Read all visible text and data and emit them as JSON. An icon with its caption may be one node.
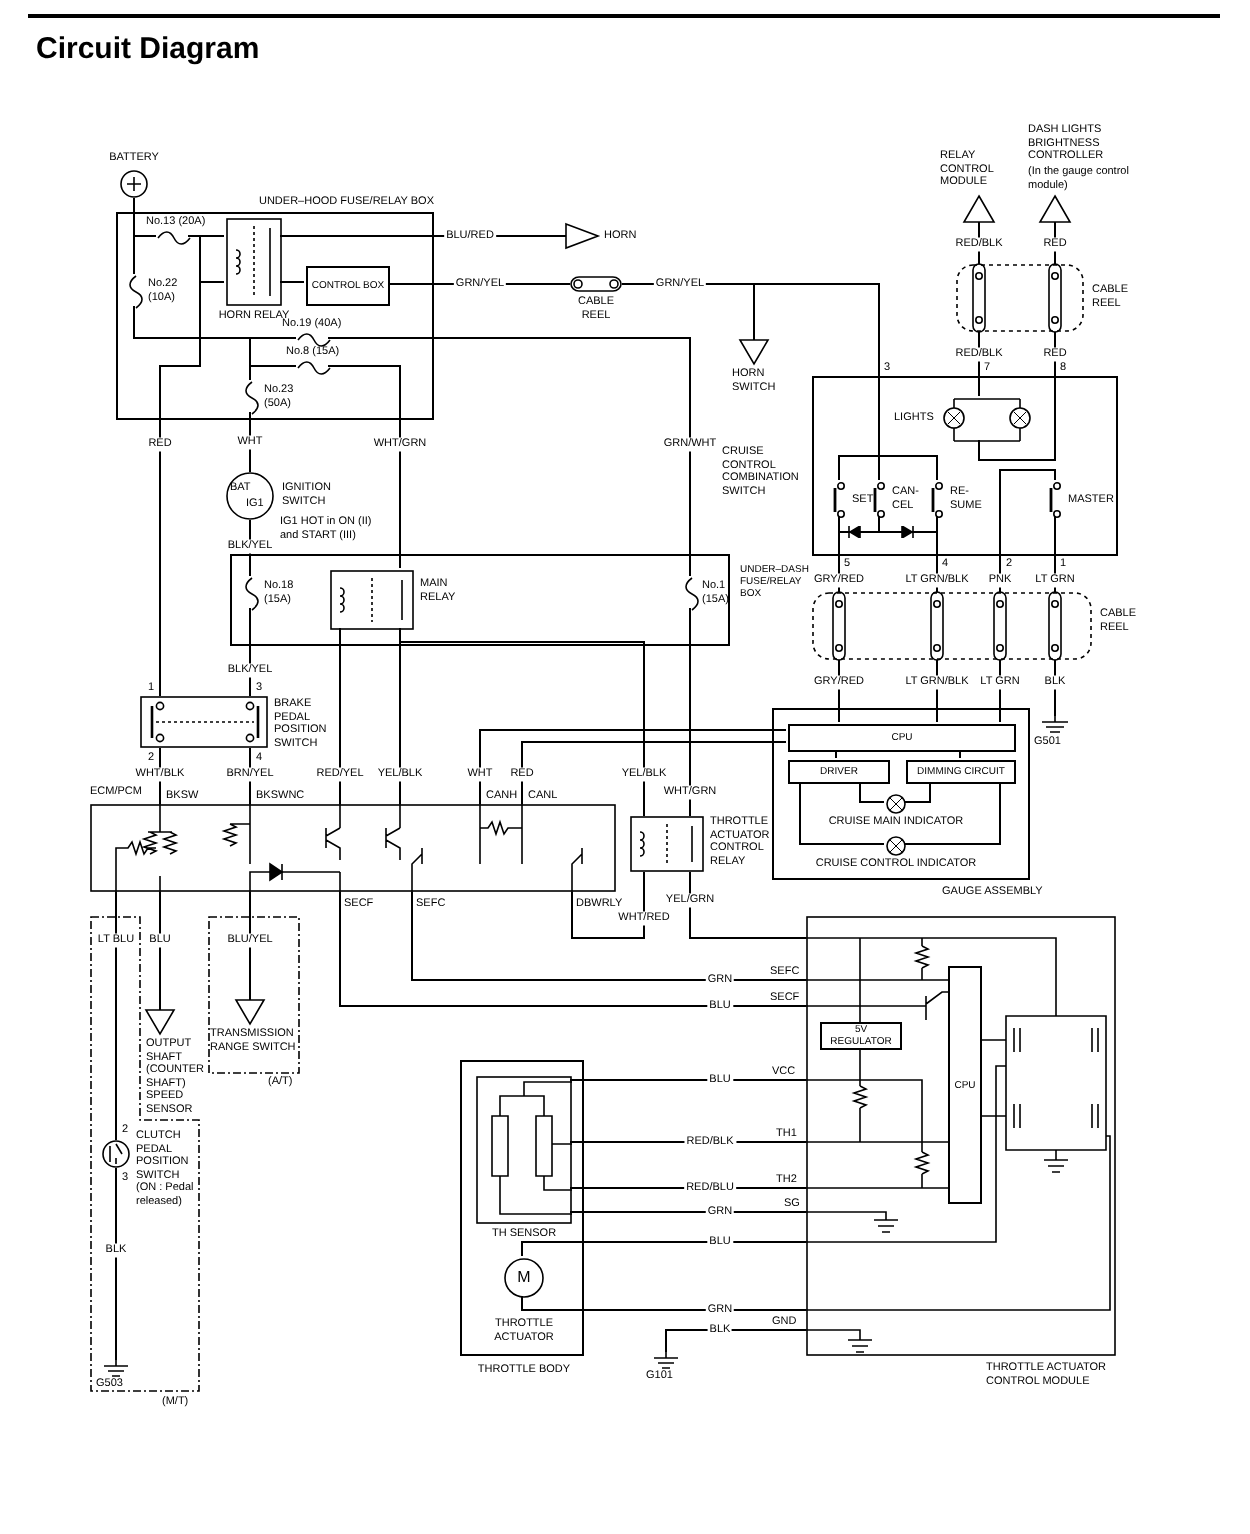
{
  "diagram": {
    "title": "Circuit Diagram",
    "nodes": [
      {
        "text": [
          "BATTERY"
        ]
      },
      {
        "text": [
          "UNDER–HOOD FUSE/RELAY BOX"
        ]
      },
      {
        "text": [
          "No.13 (20A)"
        ],
        "in": 1
      },
      {
        "text": [
          "No.22 (10A)"
        ],
        "in": 1
      },
      {
        "text": [
          "HORN RELAY"
        ],
        "in": 1
      },
      {
        "text": [
          "CONTROL BOX"
        ],
        "in": 1
      },
      {
        "text": [
          "No.19 (40A)"
        ],
        "in": 1
      },
      {
        "text": [
          "No.8 (15A)"
        ],
        "in": 1
      },
      {
        "text": [
          "No.23 (50A)"
        ],
        "in": 1
      },
      {
        "text": [
          "HORN"
        ]
      },
      {
        "text": [
          "CABLE REEL"
        ]
      },
      {
        "text": [
          "HORN SWITCH"
        ]
      },
      {
        "text": [
          "RELAY CONTROL MODULE"
        ]
      },
      {
        "text": [
          "DASH LIGHTS BRIGHTNESS CONTROLLER",
          "(In the gauge control module)"
        ]
      },
      {
        "text": [
          "CABLE REEL"
        ]
      },
      {
        "text": [
          "CRUISE CONTROL COMBINATION SWITCH"
        ]
      },
      {
        "text": [
          "LIGHTS"
        ],
        "in": 15
      },
      {
        "text": [
          "SET"
        ],
        "in": 15
      },
      {
        "text": [
          "CAN-CEL"
        ],
        "in": 15
      },
      {
        "text": [
          "RE-SUME"
        ],
        "in": 15
      },
      {
        "text": [
          "MASTER"
        ],
        "in": 15
      },
      {
        "text": [
          "BAT",
          "IG1",
          "IGNITION SWITCH"
        ],
        "beside": [
          "IG1 HOT in ON (II) and START (III)"
        ]
      },
      {
        "text": [
          "UNDER–DASH FUSE/RELAY BOX"
        ]
      },
      {
        "text": [
          "No.18 (15A)"
        ],
        "in": 22
      },
      {
        "text": [
          "MAIN RELAY"
        ],
        "in": 22
      },
      {
        "text": [
          "No.1 (15A)"
        ],
        "in": 22
      },
      {
        "text": [
          "CABLE REEL"
        ]
      },
      {
        "text": [
          "BRAKE PEDAL POSITION SWITCH"
        ]
      },
      {
        "text": [
          "GAUGE ASSEMBLY"
        ]
      },
      {
        "text": [
          "CPU"
        ],
        "in": 28
      },
      {
        "text": [
          "DRIVER"
        ],
        "in": 28
      },
      {
        "text": [
          "DIMMING CIRCUIT"
        ],
        "in": 28
      },
      {
        "text": [
          "CRUISE MAIN INDICATOR"
        ],
        "in": 28
      },
      {
        "text": [
          "CRUISE CONTROL INDICATOR"
        ],
        "in": 28
      },
      {
        "text": [
          "G501"
        ]
      },
      {
        "text": [
          "THROTTLE ACTUATOR CONTROL RELAY"
        ]
      },
      {
        "text": [
          "ECM/PCM"
        ]
      },
      {
        "text": [
          "OUTPUT SHAFT (COUNTER SHAFT) SPEED SENSOR"
        ]
      },
      {
        "text": [
          "(A/T)"
        ]
      },
      {
        "text": [
          "TRANSMISSION RANGE SWITCH"
        ],
        "in": 38
      },
      {
        "text": [
          "(M/T)"
        ]
      },
      {
        "text": [
          "CLUTCH PEDAL POSITION SWITCH (ON : Pedal released)"
        ],
        "in": 40
      },
      {
        "text": [
          "G503"
        ],
        "in": 40
      },
      {
        "text": [
          "THROTTLE BODY"
        ]
      },
      {
        "text": [
          "TH SENSOR"
        ],
        "in": 43
      },
      {
        "text": [
          "M",
          "THROTTLE ACTUATOR"
        ],
        "in": 43
      },
      {
        "text": [
          "THROTTLE ACTUATOR CONTROL MODULE"
        ]
      },
      {
        "text": [
          "5V REGULATOR"
        ],
        "in": 46
      },
      {
        "text": [
          "CPU"
        ],
        "in": 46
      },
      {
        "text": [
          "G101"
        ]
      }
    ],
    "edges": [
      {
        "from": 0,
        "to": 2,
        "arrow": "none"
      },
      {
        "from": 0,
        "to": 3,
        "arrow": "none"
      },
      {
        "from": 2,
        "to": 4,
        "arrow": "none"
      },
      {
        "from": 2,
        "to": 4,
        "arrow": "none"
      },
      {
        "from": 2,
        "to": 27,
        "arrow": "none",
        "label": "RED"
      },
      {
        "from": 3,
        "to": 6,
        "arrow": "none"
      },
      {
        "from": 3,
        "to": 7,
        "arrow": "none"
      },
      {
        "from": 3,
        "to": 8,
        "arrow": "none"
      },
      {
        "from": 4,
        "to": 9,
        "arrow": "none",
        "label": "BLU/RED"
      },
      {
        "from": 4,
        "to": 5,
        "arrow": "none"
      },
      {
        "from": 5,
        "to": 10,
        "arrow": "none",
        "label": "GRN/YEL"
      },
      {
        "from": 10,
        "to": 11,
        "arrow": "none",
        "label": "GRN/YEL"
      },
      {
        "from": 10,
        "to": 17,
        "arrow": "none"
      },
      {
        "from": 10,
        "to": 18,
        "arrow": "none"
      },
      {
        "from": 10,
        "to": 19,
        "arrow": "none"
      },
      {
        "from": 6,
        "to": 25,
        "arrow": "none",
        "label": "GRN/WHT"
      },
      {
        "from": 7,
        "to": 24,
        "arrow": "none",
        "label": "WHT/GRN"
      },
      {
        "from": 8,
        "to": 21,
        "arrow": "none",
        "label": "WHT"
      },
      {
        "from": 12,
        "to": 14,
        "arrow": "none",
        "label": "RED/BLK"
      },
      {
        "from": 13,
        "to": 14,
        "arrow": "none",
        "label": "RED"
      },
      {
        "from": 14,
        "to": 16,
        "arrow": "none",
        "label": "RED/BLK"
      },
      {
        "from": 14,
        "to": 16,
        "arrow": "none",
        "label": "RED"
      },
      {
        "from": 18,
        "to": 17,
        "arrow": "none"
      },
      {
        "from": 18,
        "to": 19,
        "arrow": "none"
      },
      {
        "from": 17,
        "to": 26,
        "arrow": "none",
        "label": "GRY/RED"
      },
      {
        "from": 19,
        "to": 26,
        "arrow": "none",
        "label": "LT GRN/BLK"
      },
      {
        "from": 20,
        "to": 26,
        "arrow": "none",
        "label": "PNK"
      },
      {
        "from": 20,
        "to": 26,
        "arrow": "none",
        "label": "LT GRN"
      },
      {
        "from": 21,
        "to": 23,
        "arrow": "none",
        "label": "BLK/YEL"
      },
      {
        "from": 23,
        "to": 27,
        "arrow": "none",
        "label": "BLK/YEL"
      },
      {
        "from": 24,
        "to": 36,
        "arrow": "none",
        "label": "RED/YEL"
      },
      {
        "from": 24,
        "to": 36,
        "arrow": "none",
        "label": "YEL/BLK"
      },
      {
        "from": 24,
        "to": 35,
        "arrow": "none",
        "label": "YEL/BLK"
      },
      {
        "from": 25,
        "to": 35,
        "arrow": "none",
        "label": "WHT/GRN"
      },
      {
        "from": 26,
        "to": 29,
        "arrow": "none",
        "label": "GRY/RED"
      },
      {
        "from": 26,
        "to": 29,
        "arrow": "none",
        "label": "LT GRN/BLK"
      },
      {
        "from": 26,
        "to": 29,
        "arrow": "none",
        "label": "LT GRN"
      },
      {
        "from": 26,
        "to": 34,
        "arrow": "none",
        "label": "BLK"
      },
      {
        "from": 29,
        "to": 30,
        "arrow": "none"
      },
      {
        "from": 29,
        "to": 31,
        "arrow": "none"
      },
      {
        "from": 30,
        "to": 32,
        "arrow": "none"
      },
      {
        "from": 31,
        "to": 32,
        "arrow": "none"
      },
      {
        "from": 30,
        "to": 33,
        "arrow": "none"
      },
      {
        "from": 31,
        "to": 33,
        "arrow": "none"
      },
      {
        "from": 27,
        "to": 36,
        "arrow": "none",
        "label": "WHT/BLK"
      },
      {
        "from": 27,
        "to": 36,
        "arrow": "none",
        "label": "BRN/YEL"
      },
      {
        "from": 36,
        "to": 29,
        "arrow": "none",
        "label": "WHT"
      },
      {
        "from": 36,
        "to": 29,
        "arrow": "none",
        "label": "RED"
      },
      {
        "from": 35,
        "to": 36,
        "arrow": "none",
        "label": "WHT/RED"
      },
      {
        "from": 35,
        "to": 46,
        "arrow": "none",
        "label": "YEL/GRN"
      },
      {
        "from": 36,
        "to": 41,
        "arrow": "none",
        "label": "LT BLU"
      },
      {
        "from": 36,
        "to": 37,
        "arrow": "none",
        "label": "BLU"
      },
      {
        "from": 36,
        "to": 39,
        "arrow": "none",
        "label": "BLU/YEL"
      },
      {
        "from": 41,
        "to": 42,
        "arrow": "none",
        "label": "BLK"
      },
      {
        "from": 36,
        "to": 46,
        "arrow": "none",
        "label": "BLU"
      },
      {
        "from": 36,
        "to": 46,
        "arrow": "none",
        "label": "GRN"
      },
      {
        "from": 44,
        "to": 46,
        "arrow": "none",
        "label": "BLU"
      },
      {
        "from": 44,
        "to": 46,
        "arrow": "none",
        "label": "RED/BLK"
      },
      {
        "from": 44,
        "to": 46,
        "arrow": "none",
        "label": "RED/BLU"
      },
      {
        "from": 44,
        "to": 46,
        "arrow": "none",
        "label": "GRN"
      },
      {
        "from": 45,
        "to": 46,
        "arrow": "none",
        "label": "BLU"
      },
      {
        "from": 45,
        "to": 46,
        "arrow": "none",
        "label": "GRN"
      },
      {
        "from": 46,
        "to": 49,
        "arrow": "none",
        "label": "BLK"
      }
    ],
    "labels": [
      "3",
      "7",
      "8",
      "5",
      "4",
      "2",
      "1",
      "1",
      "3",
      "2",
      "4",
      "BKSW",
      "BKSWNC",
      "CANH",
      "CANL",
      "SECF",
      "SEFC",
      "DBWRLY",
      "2",
      "3",
      "SEFC",
      "SECF",
      "VCC",
      "TH1",
      "TH2",
      "SG",
      "GND"
    ]
  }
}
